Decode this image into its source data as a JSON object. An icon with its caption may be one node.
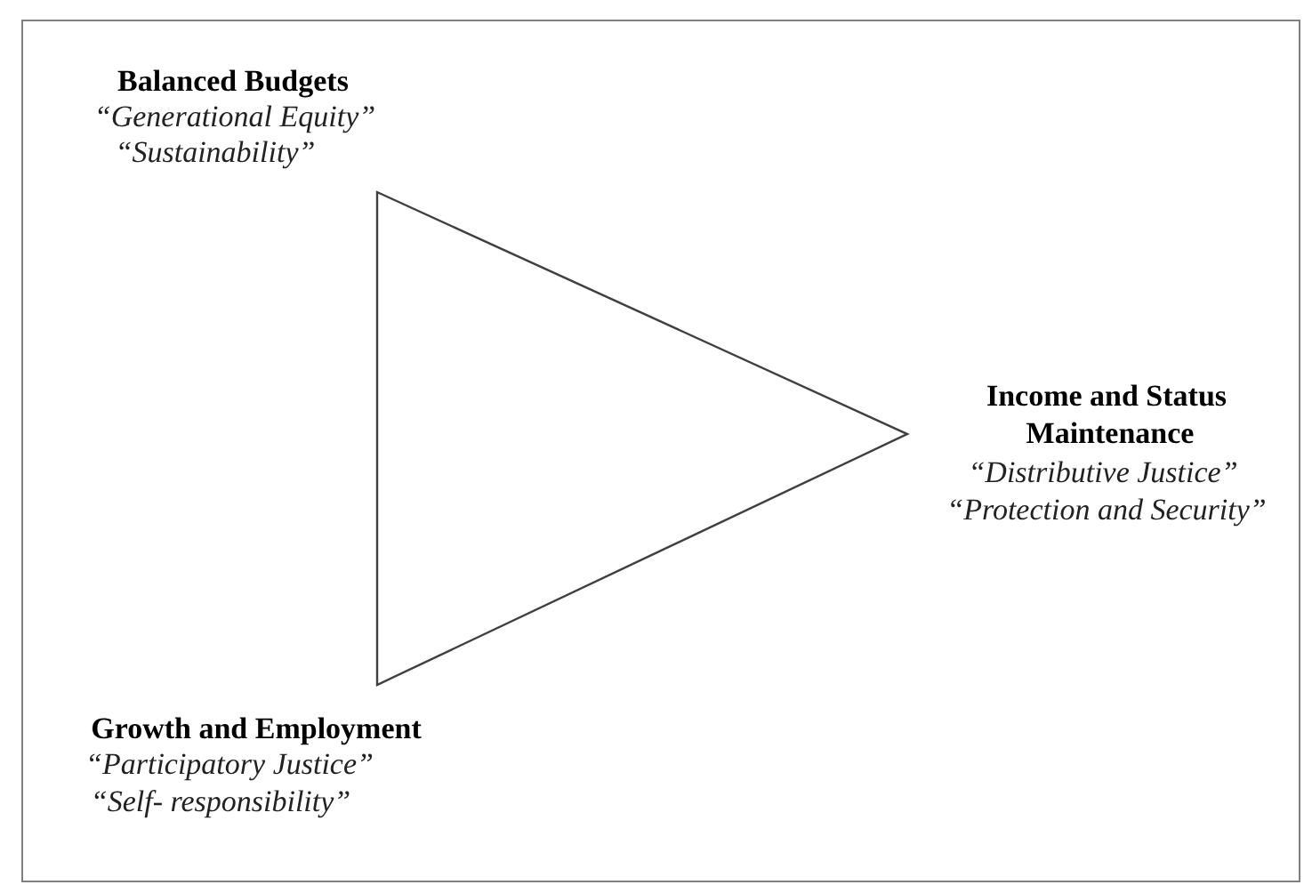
{
  "diagram": {
    "nodes": [
      {
        "text": [],
        "shape": "triangle"
      }
    ],
    "labels": [
      "Balanced Budgets",
      "“Generational Equity”",
      "“Sustainability”",
      "Income and Status",
      "Maintenance",
      "“Distributive Justice”",
      "“Protection and Security”",
      "Growth and Employment",
      "“Participatory Justice”",
      "“Self- responsibility”"
    ]
  }
}
